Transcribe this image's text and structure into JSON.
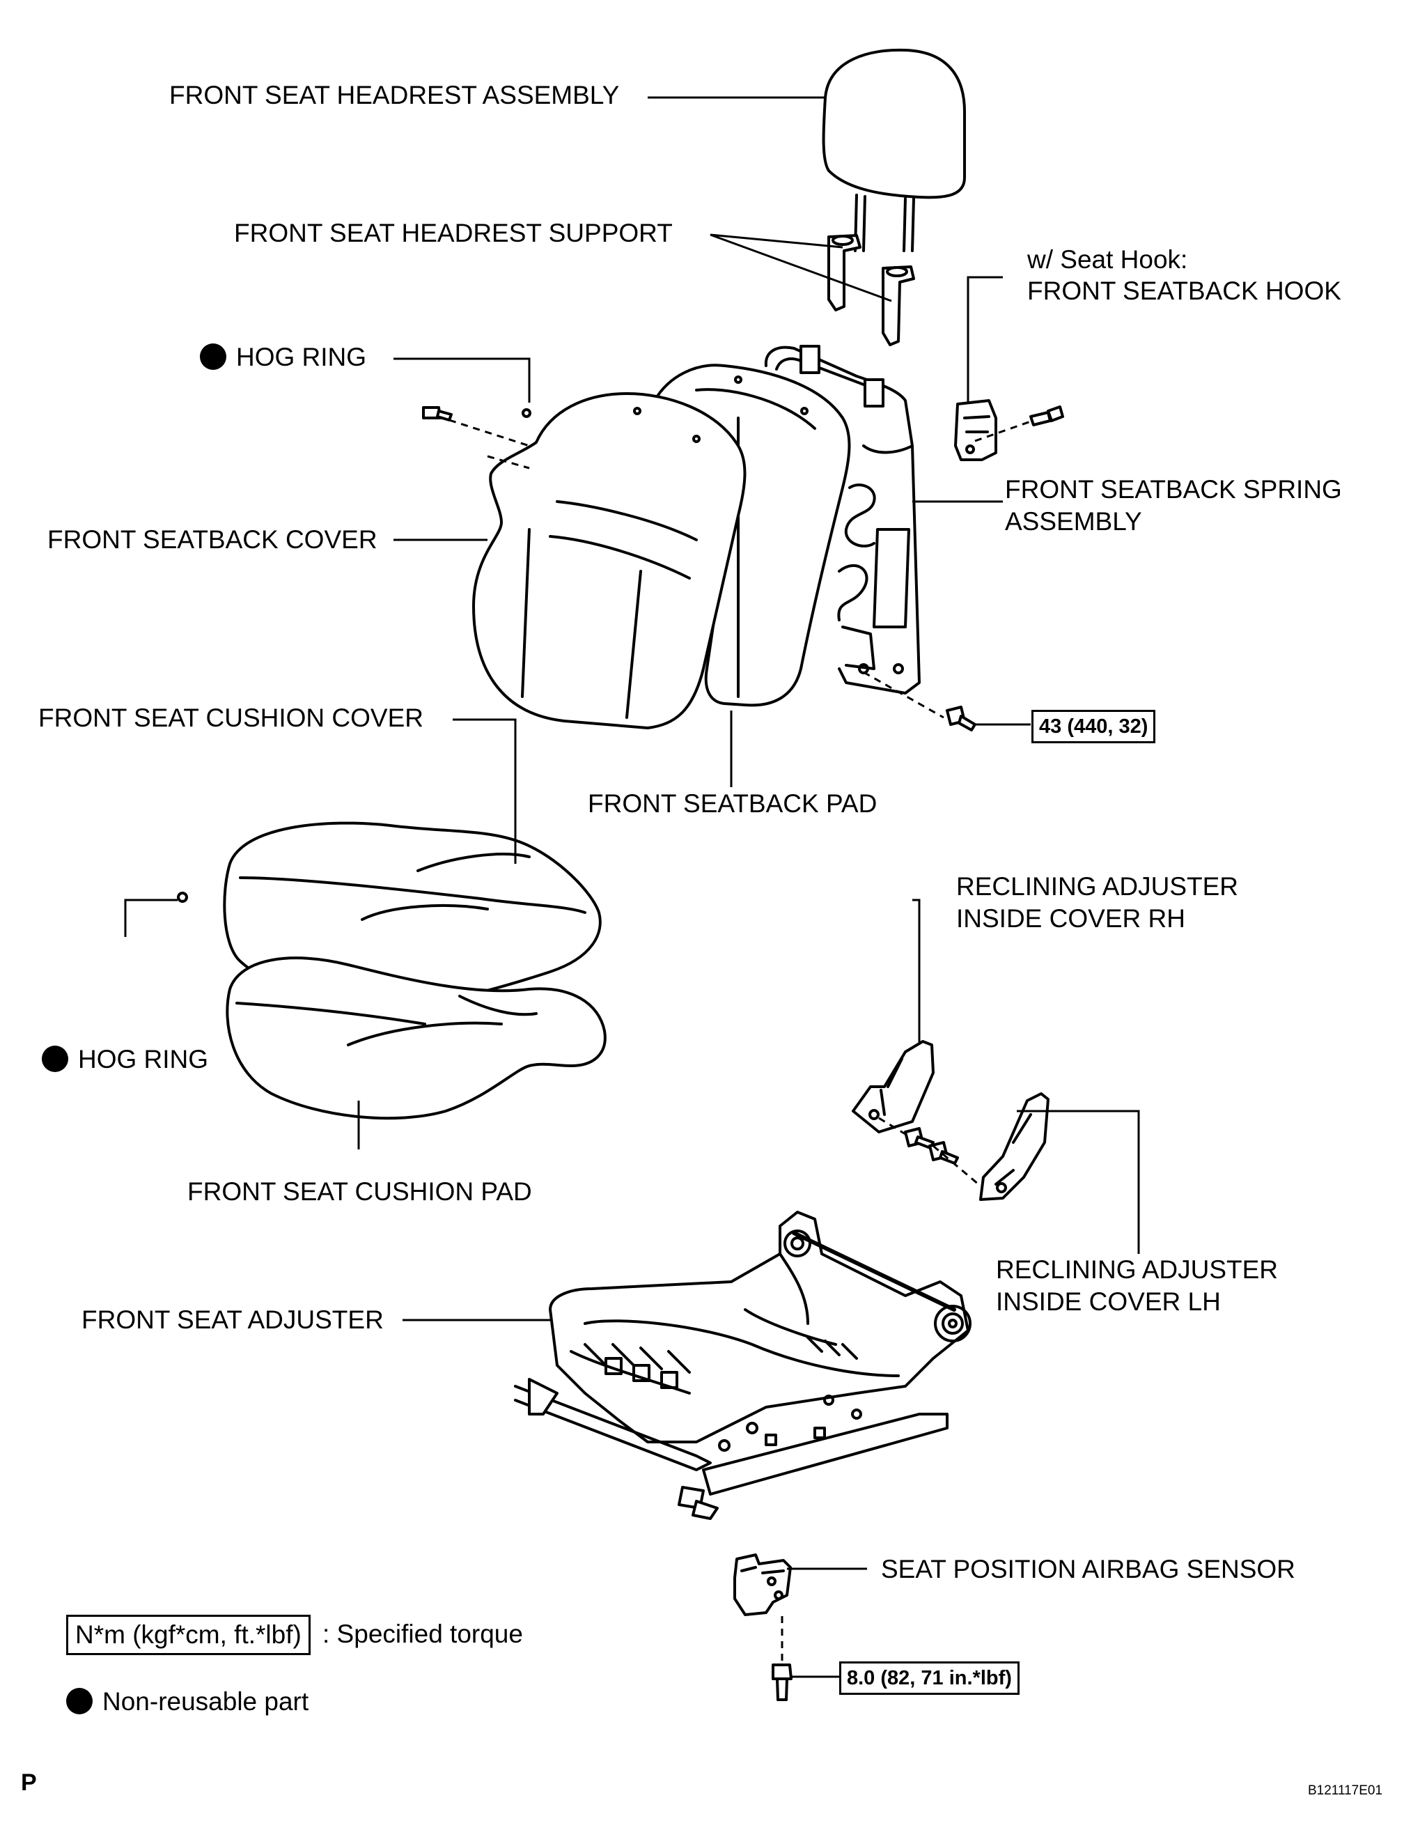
{
  "labels": {
    "headrest_assembly": "FRONT SEAT HEADREST ASSEMBLY",
    "headrest_support": "FRONT SEAT HEADREST SUPPORT",
    "seatback_hook_line1": "w/ Seat Hook:",
    "seatback_hook_line2": "FRONT SEATBACK HOOK",
    "hog_ring_upper": "HOG RING",
    "seatback_cover": "FRONT SEATBACK COVER",
    "seatback_spring_line1": "FRONT SEATBACK SPRING",
    "seatback_spring_line2": "ASSEMBLY",
    "cushion_cover": "FRONT SEAT CUSHION COVER",
    "seatback_pad": "FRONT SEATBACK PAD",
    "recl_rh_line1": "RECLINING ADJUSTER",
    "recl_rh_line2": "INSIDE COVER RH",
    "hog_ring_lower": "HOG RING",
    "cushion_pad": "FRONT SEAT CUSHION PAD",
    "recl_lh_line1": "RECLINING ADJUSTER",
    "recl_lh_line2": "INSIDE COVER LH",
    "seat_adjuster": "FRONT SEAT ADJUSTER",
    "airbag_sensor": "SEAT POSITION AIRBAG SENSOR"
  },
  "torques": {
    "seatback_bolt": "43 (440, 32)",
    "sensor_bolt": "8.0 (82, 71 in.*lbf)"
  },
  "legend": {
    "torque_units": "N*m (kgf*cm, ft.*lbf)",
    "torque_desc": ": Specified torque",
    "nonreusable": "Non-reusable part"
  },
  "footer": {
    "corner_letter": "P",
    "figure_code": "B121117E01"
  }
}
